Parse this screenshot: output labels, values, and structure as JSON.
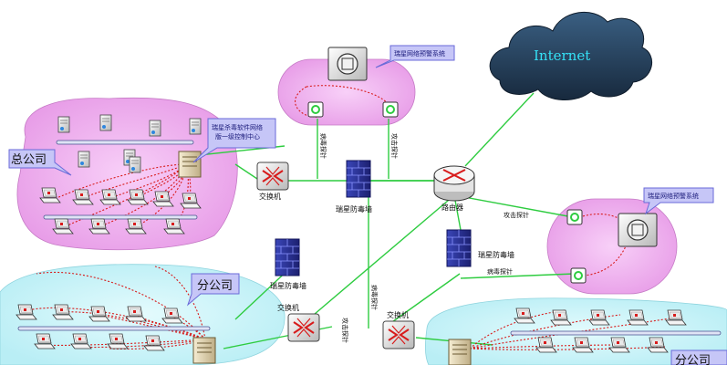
{
  "diagram": {
    "internet_label": "Internet",
    "router_label": "路由器",
    "switch_labels": [
      "交换机",
      "交换机",
      "交换机"
    ],
    "firewall_labels": [
      "瑞星防毒墙",
      "瑞星防毒墙",
      "瑞星防毒墙"
    ],
    "hq_label": "总公司",
    "branch_labels": [
      "分公司",
      "分公司"
    ],
    "av_center_label": "瑞星杀毒软件网络版一级控制中心",
    "alarm_labels": [
      "瑞星网络预警系统",
      "瑞星网络预警系统"
    ],
    "probe_labels": [
      "病毒探针",
      "攻击探针",
      "攻击探针",
      "病毒探针",
      "病毒探针",
      "攻击探针"
    ],
    "colors": {
      "lan_pink": "#f0a8f0",
      "lan_cyan": "#c8f2f6",
      "link_green": "#2ecc40",
      "link_red": "#d81b1b",
      "cloud": "#1f3a57",
      "internet_text": "#35e0f5"
    }
  }
}
